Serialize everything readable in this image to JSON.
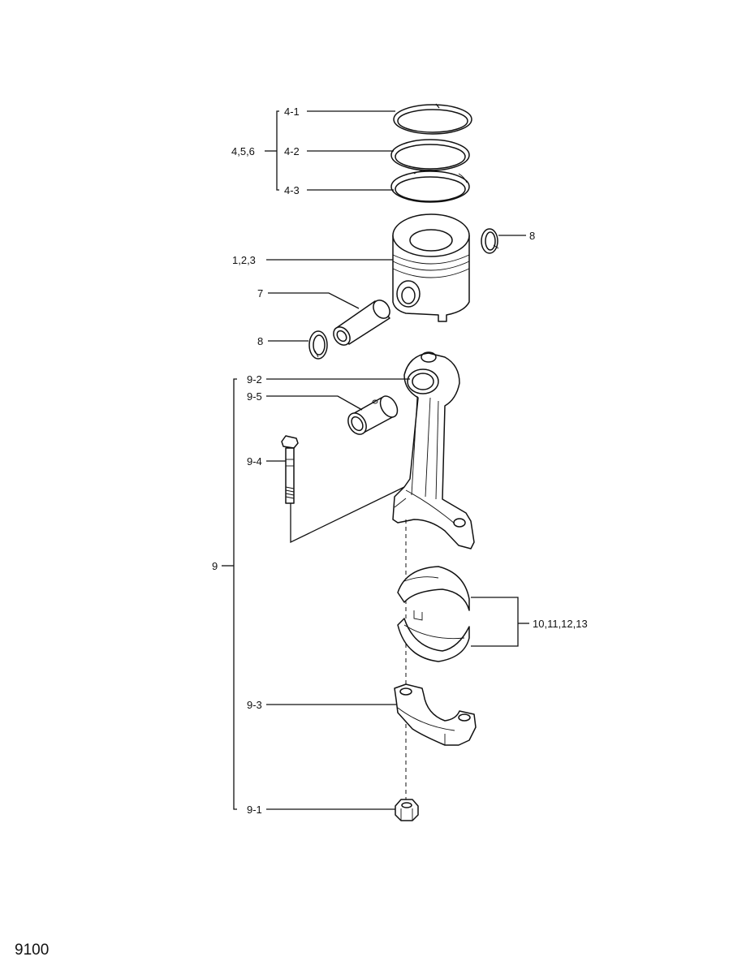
{
  "diagram": {
    "page_number": "9100",
    "callouts": {
      "ring_top": "4-1",
      "ring_mid": "4-2",
      "ring_oil": "4-3",
      "ring_set": "4,5,6",
      "piston": "1,2,3",
      "snap_ring_right": "8",
      "piston_pin": "7",
      "snap_ring_left": "8",
      "rod_eye": "9-2",
      "bushing": "9-5",
      "rod_bolt": "9-4",
      "rod_assembly": "9",
      "bearing_set": "10,11,12,13",
      "rod_cap": "9-3",
      "nut": "9-1"
    }
  }
}
